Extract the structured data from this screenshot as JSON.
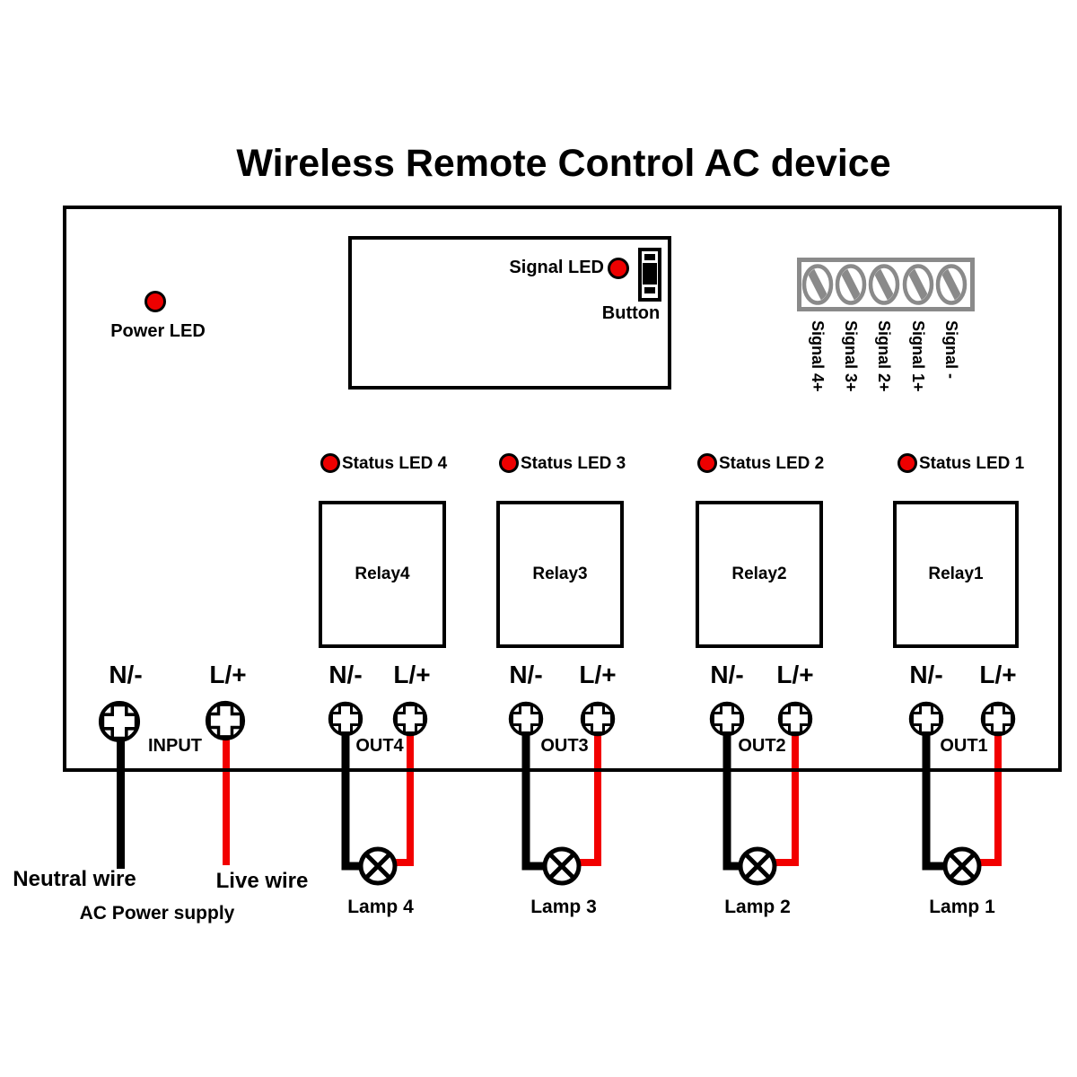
{
  "title": "Wireless Remote Control AC device",
  "colors": {
    "led": "#ee0000",
    "live": "#f20000",
    "neutral": "#000000",
    "screw": "#8a8a8a"
  },
  "board": {
    "power_led_label": "Power LED",
    "module": {
      "signal_led_label": "Signal LED",
      "button_label": "Button"
    },
    "signal_terminals": [
      "Signal 4+",
      "Signal 3+",
      "Signal 2+",
      "Signal 1+",
      "Signal -"
    ]
  },
  "channels": [
    {
      "status_label": "Status LED 4",
      "relay_label": "Relay4",
      "n_label": "N/-",
      "l_label": "L/+",
      "out_label": "OUT4",
      "lamp_label": "Lamp 4"
    },
    {
      "status_label": "Status LED 3",
      "relay_label": "Relay3",
      "n_label": "N/-",
      "l_label": "L/+",
      "out_label": "OUT3",
      "lamp_label": "Lamp 3"
    },
    {
      "status_label": "Status LED 2",
      "relay_label": "Relay2",
      "n_label": "N/-",
      "l_label": "L/+",
      "out_label": "OUT2",
      "lamp_label": "Lamp 2"
    },
    {
      "status_label": "Status LED 1",
      "relay_label": "Relay1",
      "n_label": "N/-",
      "l_label": "L/+",
      "out_label": "OUT1",
      "lamp_label": "Lamp 1"
    }
  ],
  "input": {
    "n_label": "N/-",
    "l_label": "L/+",
    "label": "INPUT",
    "neutral_label": "Neutral wire",
    "live_label": "Live wire",
    "supply_label": "AC Power supply"
  }
}
